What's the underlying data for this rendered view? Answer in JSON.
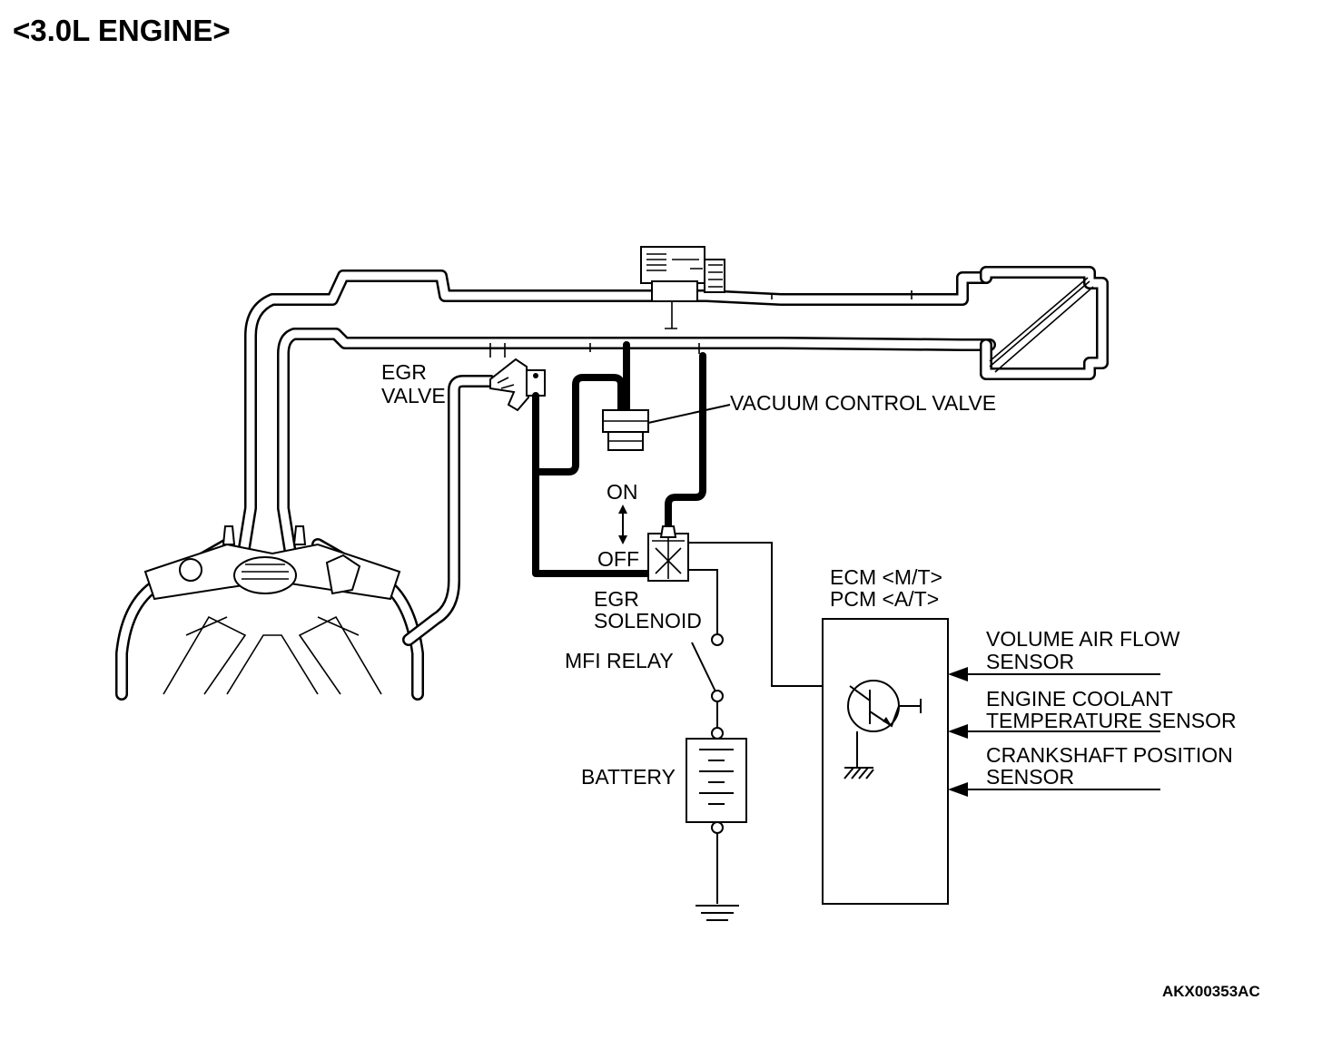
{
  "title": "<3.0L ENGINE>",
  "labels": {
    "egr_valve": [
      "EGR",
      "VALVE"
    ],
    "vacuum_control_valve": "VACUUM CONTROL VALVE",
    "on": "ON",
    "off": "OFF",
    "egr_solenoid": [
      "EGR",
      "SOLENOID"
    ],
    "mfi_relay": "MFI RELAY",
    "battery": "BATTERY",
    "ecm_pcm": [
      "ECM <M/T>",
      "PCM <A/T>"
    ],
    "sensors": [
      [
        "VOLUME AIR FLOW",
        "SENSOR"
      ],
      [
        "ENGINE COOLANT",
        "TEMPERATURE SENSOR"
      ],
      [
        "CRANKSHAFT POSITION",
        "SENSOR"
      ]
    ]
  },
  "figure_code": "AKX00353AC"
}
